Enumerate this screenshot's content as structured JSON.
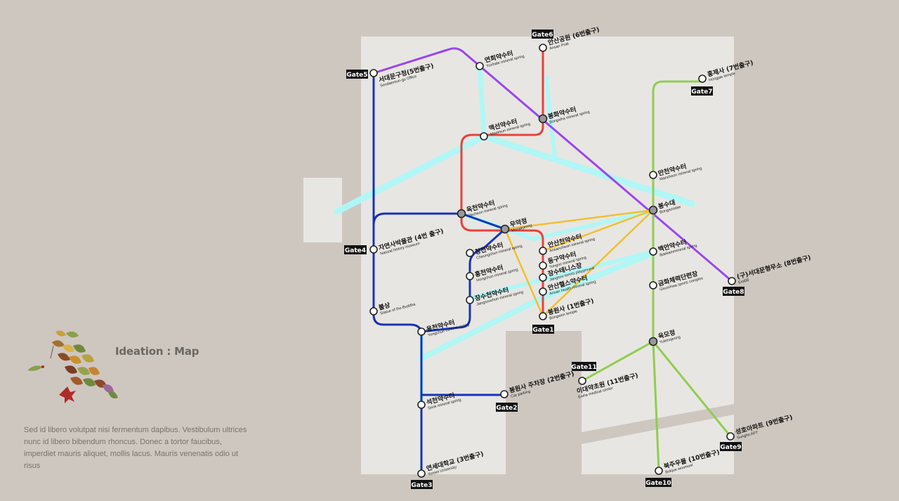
{
  "page": {
    "title": "Ideation : Map",
    "description": "Sed id libero volutpat nisi fermentum dapibus. Vestibulum ultrices nunc id libero bibendum rhoncus. Donec a tortor faucibus, imperdiet mauris aliquet, mollis lacus. Mauris venenatis odio ut risus"
  },
  "colors": {
    "background": "#cec7c0",
    "campus": "#e8e6e2",
    "purple_line": "#9a45f0",
    "red_line": "#e8423c",
    "blue_line": "#1733b5",
    "green_line": "#8fcd52",
    "yellow_line": "#f0c02f",
    "cyan_line": "#aef8f8"
  },
  "stations": {
    "seodaemun": {
      "ko": "서대문구청(5번출구)",
      "en": "Seodaemun-gu Office"
    },
    "yeonhui": {
      "ko": "연희약수터",
      "en": "Yunhale mineral spring"
    },
    "ansan_park": {
      "ko": "안산공원 (6번출구)",
      "en": "Ansan Prak"
    },
    "maeksun": {
      "ko": "맥선약수터",
      "en": "Maeksun mineral spring"
    },
    "bonghwa": {
      "ko": "봉화약수터",
      "en": "Bongwha mineral spring"
    },
    "hongje": {
      "ko": "홍제사 (7번출구)",
      "en": "Hongjae temple"
    },
    "mancheon": {
      "ko": "만천약수터",
      "en": "Mancheon mineral spring"
    },
    "bongsudae": {
      "ko": "봉수대",
      "en": "Bongsoodae"
    },
    "okcheon": {
      "ko": "옥천약수터",
      "en": "Okcheon mineral spring"
    },
    "muakjeong": {
      "ko": "무악정",
      "en": "Mooakjeong"
    },
    "natural_history": {
      "ko": "자연사박물관 (4번 출구)",
      "en": "Natural history museum"
    },
    "cheongsong": {
      "ko": "청천약수터",
      "en": "Cheungchun mineral spring"
    },
    "ansancheon": {
      "ko": "안산천약수터",
      "en": "Ansancheon mineral spring"
    },
    "baekam": {
      "ko": "백안약수터",
      "en": "Baekammineral spring"
    },
    "dongu": {
      "ko": "동구약수터",
      "en": "Tongoo mineral spring"
    },
    "tennis": {
      "ko": "장수테니스장",
      "en": "Jangsoo tennis playground"
    },
    "heungcheon": {
      "ko": "흥천약수터",
      "en": "Hongchun mineral spring"
    },
    "former_prison": {
      "ko": "(구)서대문형무소 (8번출구)",
      "en": "Exit08"
    },
    "gumhwa": {
      "ko": "금화체력단련장",
      "en": "Geumhwa sports complex"
    },
    "health": {
      "ko": "안산헬스약수터",
      "en": "Ansan health mineral spring"
    },
    "jangsucheon": {
      "ko": "장수천약수터",
      "en": "Jangsoochun mineral spring"
    },
    "buddha": {
      "ko": "불상",
      "en": "Statue of the Buddha"
    },
    "bongwon": {
      "ko": "봉원사 (1번출구)",
      "en": "Bongwon temple"
    },
    "yongcheon": {
      "ko": "용천약수터",
      "en": "Yongchun mineral spring"
    },
    "yukmo": {
      "ko": "육모정",
      "en": "Yukmojeong"
    },
    "parking": {
      "ko": "봉원사 주차장 (2번출구)",
      "en": "Car parking"
    },
    "ewha": {
      "ko": "이대약초원 (11번출구)",
      "en": "Ewha medical center"
    },
    "seok": {
      "ko": "석천약수터",
      "en": "Seok mineral spring"
    },
    "seongho": {
      "ko": "성호아파트 (9번출구)",
      "en": "Sungho APT"
    },
    "bukju": {
      "ko": "북주우물 (10번출구)",
      "en": "Bokjue woomool"
    },
    "yonsei": {
      "ko": "연세대학교 (3번출구)",
      "en": "Yonsei University"
    }
  },
  "gates": {
    "g1": "Gate1",
    "g2": "Gate2",
    "g3": "Gate3",
    "g4": "Gate4",
    "g5": "Gate5",
    "g6": "Gate6",
    "g7": "Gate7",
    "g8": "Gate8",
    "g9": "Gate9",
    "g10": "Gate10",
    "g11": "Gate11"
  }
}
